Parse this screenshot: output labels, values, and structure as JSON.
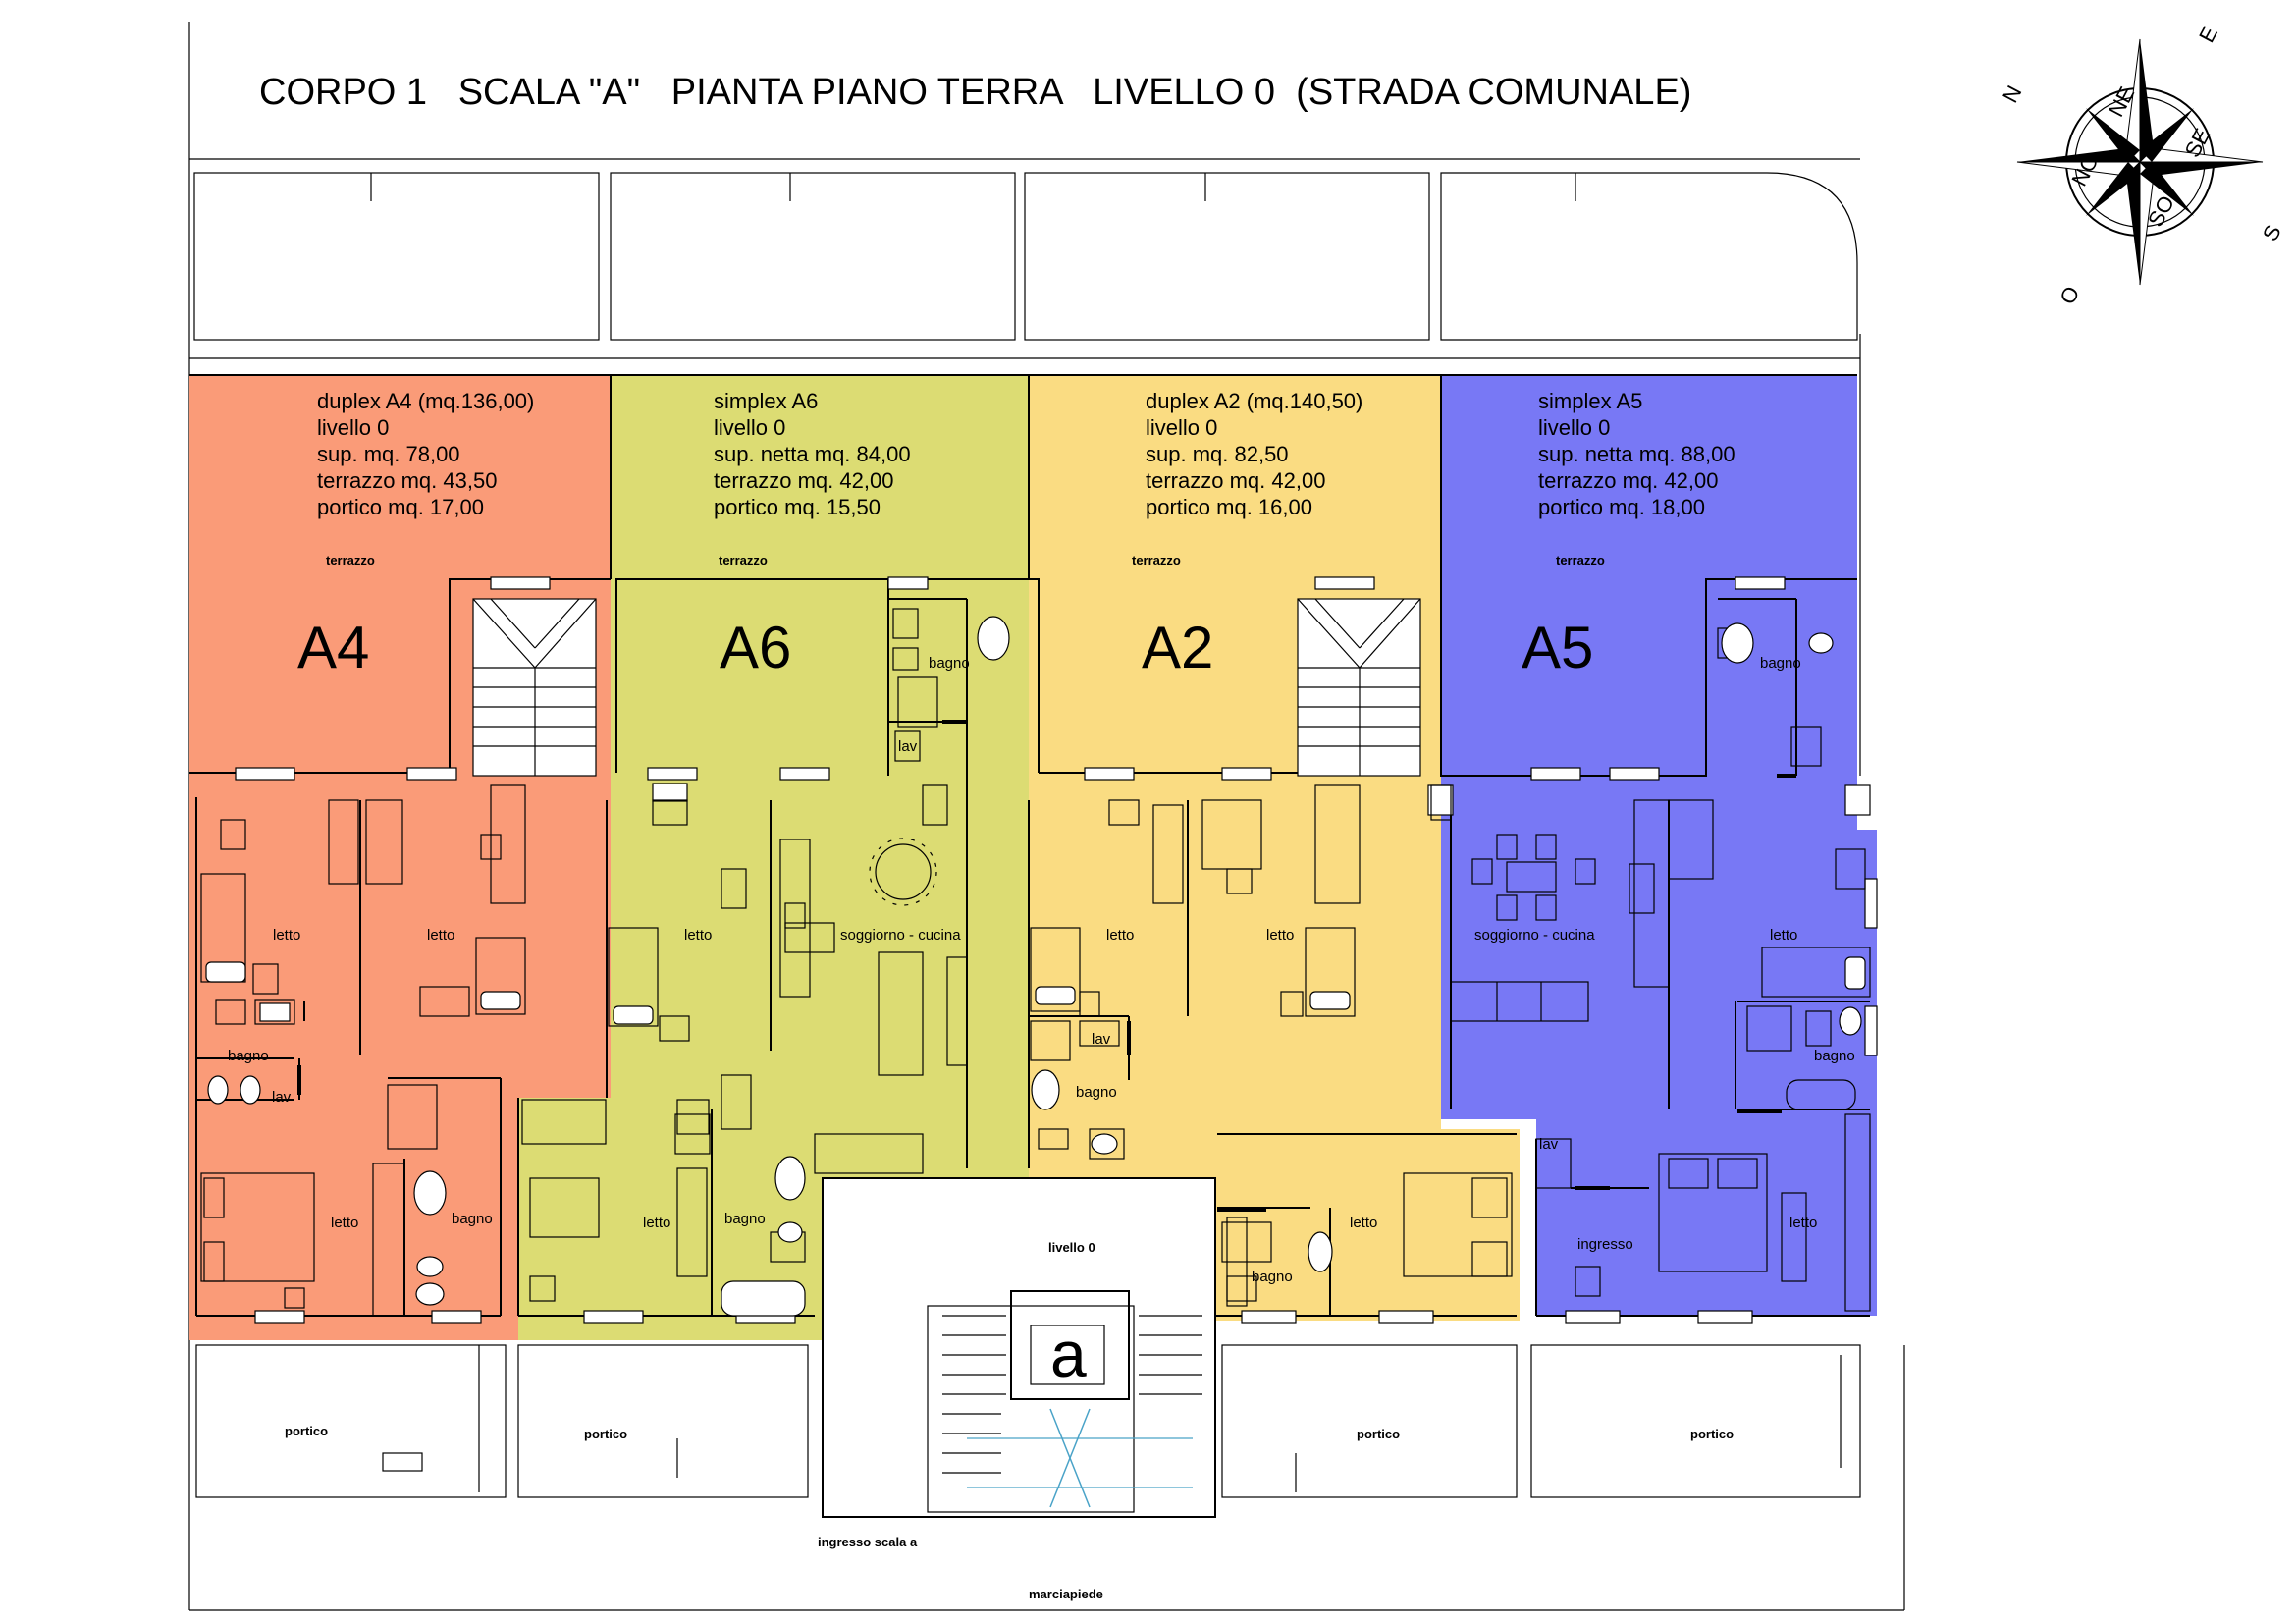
{
  "title": "CORPO 1   SCALA \"A\"   PIANTA PIANO TERRA   LIVELLO 0  (STRADA COMUNALE)",
  "compass": {
    "n": "N",
    "s": "S",
    "e": "E",
    "o": "O",
    "no": "NO",
    "ne": "NE",
    "so": "SO",
    "se": "SE"
  },
  "colors": {
    "A4": "#FA9B78",
    "A6": "#DCDC73",
    "A2": "#FADC82",
    "A5": "#7878F5"
  },
  "units": [
    {
      "code": "A4",
      "info": [
        "duplex A4 (mq.136,00)",
        "livello 0",
        "sup. mq. 78,00",
        "terrazzo mq. 43,50",
        "portico mq. 17,00"
      ],
      "terrace": "terrazzo",
      "porch": "portico"
    },
    {
      "code": "A6",
      "info": [
        "simplex A6",
        "livello 0",
        "sup. netta mq. 84,00",
        "terrazzo mq. 42,00",
        "portico mq. 15,50"
      ],
      "terrace": "terrazzo",
      "porch": "portico"
    },
    {
      "code": "A2",
      "info": [
        "duplex A2 (mq.140,50)",
        "livello 0",
        "sup. mq. 82,50",
        "terrazzo mq. 42,00",
        "portico mq. 16,00"
      ],
      "terrace": "terrazzo",
      "porch": "portico"
    },
    {
      "code": "A5",
      "info": [
        "simplex A5",
        "livello 0",
        "sup. netta mq. 88,00",
        "terrazzo mq. 42,00",
        "portico mq. 18,00"
      ],
      "terrace": "terrazzo",
      "porch": "portico"
    }
  ],
  "rooms": {
    "a4_letto1": "letto",
    "a4_letto2": "letto",
    "a4_bagno1": "bagno",
    "a4_lav": "lav",
    "a4_letto3": "letto",
    "a4_bagno2": "bagno",
    "a6_bagno1": "bagno",
    "a6_lav": "lav",
    "a6_letto1": "letto",
    "a6_soggiorno": "soggiorno - cucina",
    "a6_letto2": "letto",
    "a6_bagno2": "bagno",
    "a2_letto1": "letto",
    "a2_letto2": "letto",
    "a2_lav": "lav",
    "a2_bagno1": "bagno",
    "a2_bagno2": "bagno",
    "a2_letto3": "letto",
    "a5_bagno1": "bagno",
    "a5_soggiorno": "soggiorno - cucina",
    "a5_letto1": "letto",
    "a5_bagno2": "bagno",
    "a5_lav": "lav",
    "a5_ingresso": "ingresso",
    "a5_letto2": "letto"
  },
  "stair": {
    "level": "livello 0",
    "letter": "a",
    "entrance": "ingresso scala a"
  },
  "sidewalk": "marciapiede"
}
